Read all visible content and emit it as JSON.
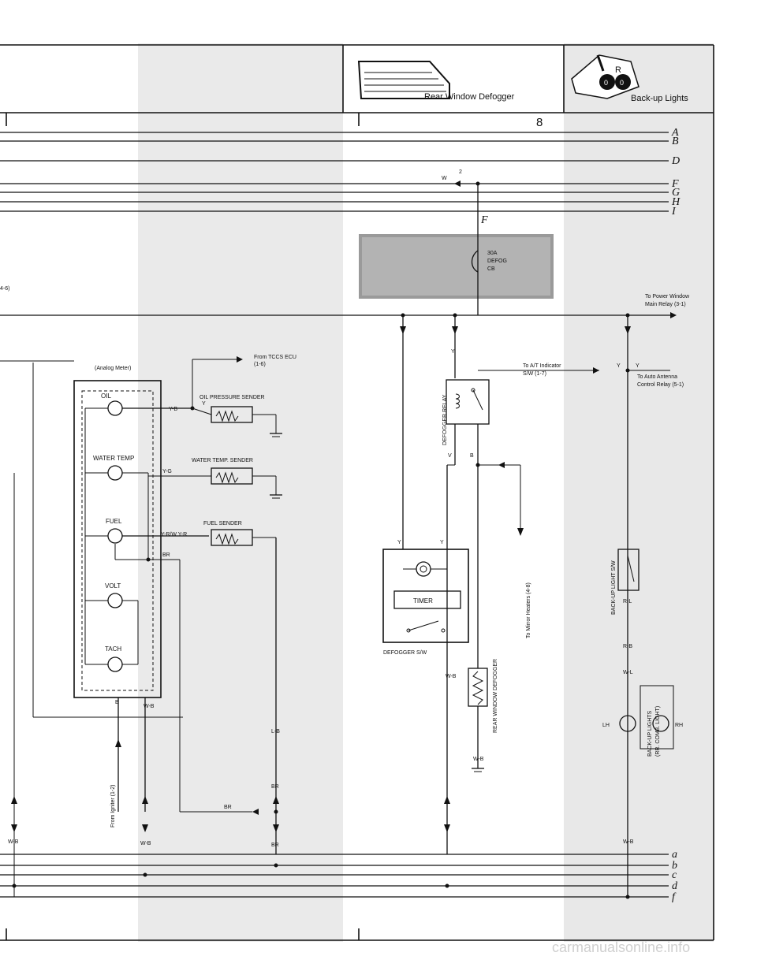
{
  "header": {
    "section_number": "8",
    "defogger_title": "Rear Window Defogger",
    "backup_title": "Back-up Lights",
    "backup_icon_letter": "R",
    "gear_a": "0",
    "gear_b": "0"
  },
  "bus_right": [
    "A",
    "B",
    "D",
    "F",
    "G",
    "H",
    "I"
  ],
  "bus_bottom": [
    "a",
    "b",
    "c",
    "d",
    "f"
  ],
  "fuse": {
    "bus_letter": "F",
    "label_1": "30A",
    "label_2": "DEFOG",
    "label_3": "CB"
  },
  "meters": {
    "panel_title": "(Analog Meter)",
    "from_tccs_1": "From TCCS ECU",
    "from_tccs_2": "(1-6)",
    "gauges": [
      "OIL",
      "WATER TEMP",
      "FUEL",
      "VOLT",
      "TACH"
    ],
    "oil_sender": "OIL PRESSURE SENDER",
    "water_sender": "WATER TEMP. SENDER",
    "fuel_sender": "FUEL SENDER",
    "from_igniter": "From Igniter (1-2)",
    "left_ref": "4-6)"
  },
  "defogger": {
    "relay": "DEFOGGER RELAY",
    "timer": "TIMER",
    "switch": "DEFOGGER S/W",
    "element": "REAR WINDOW DEFOGGER",
    "to_mirror": "To Mirror Heaters (4-8)",
    "to_at_1": "To A/T Indicator",
    "to_at_2": "S/W (1-7)"
  },
  "backup": {
    "to_power_1": "To Power Window",
    "to_power_2": "Main Relay (3-1)",
    "to_antenna_1": "To Auto Antenna",
    "to_antenna_2": "Control Relay (5-1)",
    "switch": "BACK-UP LIGHT S/W",
    "lights_1": "BACK-UP LIGHTS",
    "lights_2": "(RR. COMB. LIGHT)",
    "lh": "LH",
    "rh": "RH"
  },
  "wires": {
    "w": "W",
    "y": "Y",
    "yb": "Y-B",
    "yg": "Y-G",
    "yr": "Y-R",
    "yrwyr": "Y-R/W Y-R",
    "br": "BR",
    "b": "B",
    "wb": "W-B",
    "lb": "L-B",
    "wl": "W-L",
    "rb": "R-B",
    "rl": "R-L",
    "v": "V",
    "pin2": "2"
  },
  "watermark": "carmanualsonline.info"
}
